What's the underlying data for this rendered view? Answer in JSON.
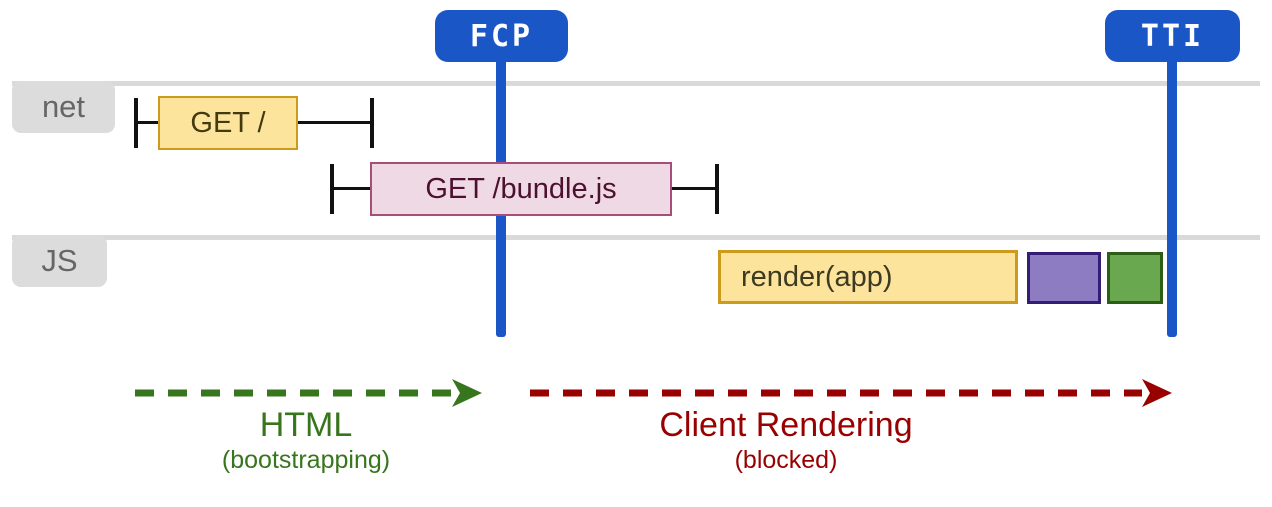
{
  "markers": {
    "fcp": {
      "label": "FCP"
    },
    "tti": {
      "label": "TTI"
    }
  },
  "lanes": {
    "net": {
      "label": "net"
    },
    "js": {
      "label": "JS"
    }
  },
  "events": {
    "get_root": {
      "label": "GET /"
    },
    "get_bundle": {
      "label": "GET /bundle.js"
    },
    "render_app": {
      "label": "render(app)"
    },
    "task_purple": {
      "label": ""
    },
    "task_green": {
      "label": ""
    }
  },
  "phases": {
    "html": {
      "title": "HTML",
      "subtitle": "(bootstrapping)"
    },
    "client_rendering": {
      "title": "Client Rendering",
      "subtitle": "(blocked)"
    }
  },
  "colors": {
    "marker_blue": "#1a56c6",
    "lane_line_gray": "#d9d9d9",
    "label_bg_gray": "#dcdcdc",
    "label_text_gray": "#666666",
    "yellow_fill": "#fce49c",
    "yellow_border": "#cc9b1d",
    "yellow_text": "#443a10",
    "pink_fill": "#efd9e4",
    "pink_border": "#a64d79",
    "pink_text": "#4c1130",
    "purple_fill": "#8e7cc3",
    "purple_border": "#351c75",
    "green_fill": "#6aa84f",
    "green_border": "#2d5e16",
    "phase_green": "#38761d",
    "phase_red": "#990000",
    "tick_black": "#111111"
  }
}
